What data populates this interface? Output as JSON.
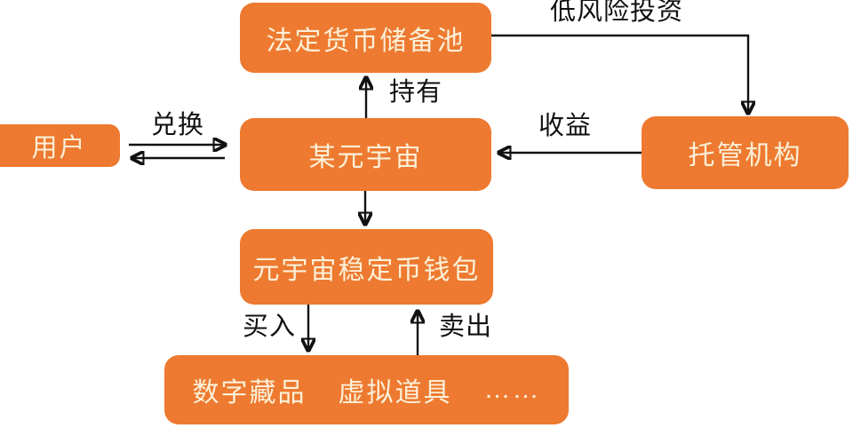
{
  "theme": {
    "background": "#ffffff",
    "box_fill": "#ED7A30",
    "box_text": "#FCF0D8",
    "arrow_color": "#111111",
    "label_text": "#111111"
  },
  "diagram": {
    "nodes": {
      "fiat_reserve_pool": {
        "label": "法定货币储备池"
      },
      "user": {
        "label": "用户"
      },
      "metaverse": {
        "label": "某元宇宙"
      },
      "custodian": {
        "label": "托管机构"
      },
      "stablecoin_wallet": {
        "label": "元宇宙稳定币钱包"
      },
      "marketplace": {
        "items": [
          "数字藏品",
          "虚拟道具",
          "……"
        ]
      }
    },
    "edges": {
      "exchange": {
        "label": "兑换",
        "from": "user",
        "to": "metaverse",
        "direction": "both"
      },
      "hold": {
        "label": "持有",
        "from": "metaverse",
        "to": "fiat_reserve_pool"
      },
      "low_risk_investment": {
        "label": "低风险投资",
        "from": "fiat_reserve_pool",
        "to": "custodian"
      },
      "revenue": {
        "label": "收益",
        "from": "custodian",
        "to": "metaverse"
      },
      "issue": {
        "label": "",
        "from": "metaverse",
        "to": "stablecoin_wallet"
      },
      "buy": {
        "label": "买入",
        "from": "stablecoin_wallet",
        "to": "marketplace"
      },
      "sell": {
        "label": "卖出",
        "from": "marketplace",
        "to": "stablecoin_wallet"
      }
    }
  }
}
